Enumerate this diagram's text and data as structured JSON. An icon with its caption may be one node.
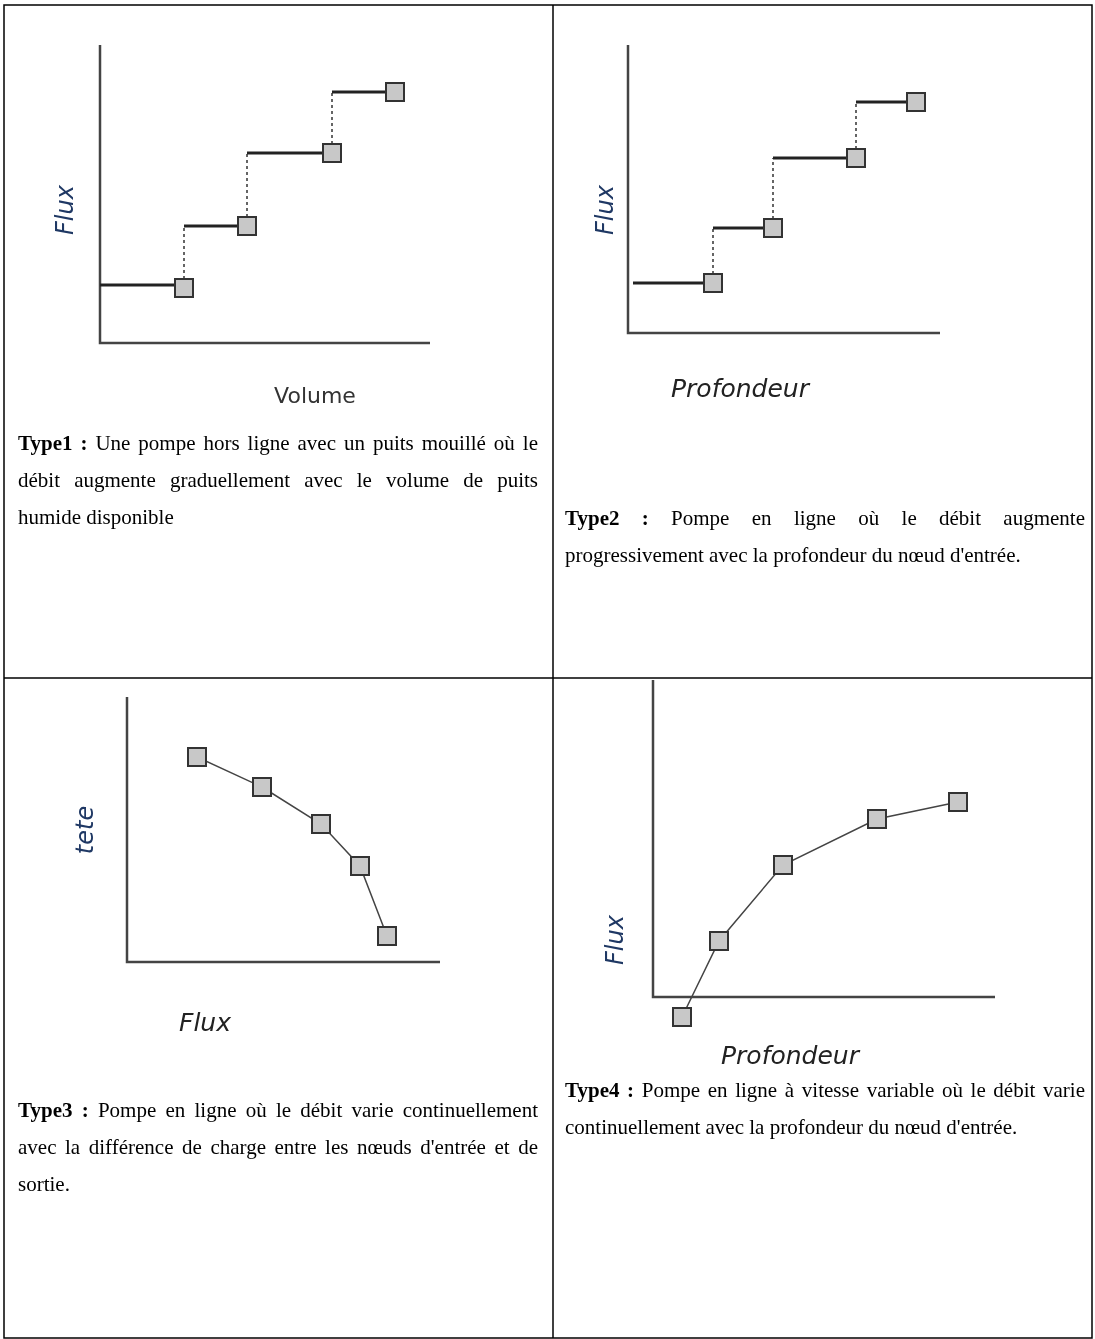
{
  "diagram": {
    "labels": [
      "Flux",
      "Volume",
      "**Type1 :** Une pompe hors ligne avec un puits mouillé où le débit augmente graduellement avec le volume de puits humide disponible",
      "Flux",
      "Profondeur",
      "**Type2 :** Pompe en ligne où le débit augmente progressivement avec la profondeur du nœud d'entrée.",
      "tete",
      "Flux",
      "**Type3 :** Pompe en ligne où le débit varie continuellement avec la différence de charge entre les nœuds d'entrée et de sortie.",
      "Flux",
      "Profondeur",
      "**Type4 :** Pompe en ligne à vitesse variable où le débit varie continuellement avec la profondeur du nœud d'entrée."
    ]
  }
}
